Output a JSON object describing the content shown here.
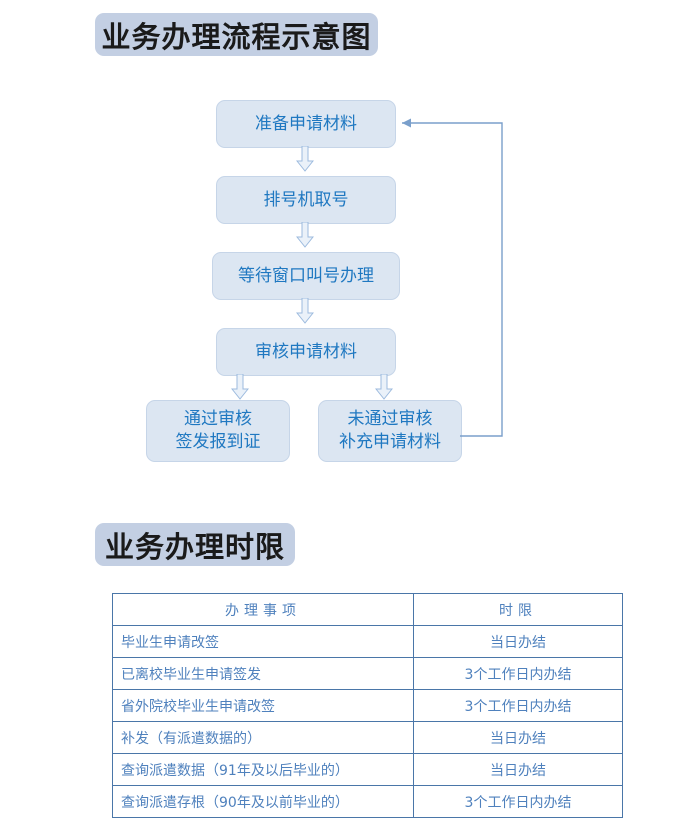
{
  "section1": {
    "heading": "业务办理流程示意图",
    "heading_badge_color": "#c3cfe3",
    "box_fill_color": "#dce6f2",
    "box_text_color": "#1f78c1",
    "nodes": [
      {
        "id": "prepare",
        "lines": [
          "准备申请材料"
        ]
      },
      {
        "id": "ticket",
        "lines": [
          "排号机取号"
        ]
      },
      {
        "id": "wait",
        "lines": [
          "等待窗口叫号办理"
        ]
      },
      {
        "id": "review",
        "lines": [
          "审核申请材料"
        ]
      },
      {
        "id": "pass",
        "lines": [
          "通过审核",
          "签发报到证"
        ]
      },
      {
        "id": "fail",
        "lines": [
          "未通过审核",
          "补充申请材料"
        ]
      }
    ],
    "connectors": [
      {
        "from": "prepare",
        "to": "ticket",
        "style": "block-arrow-down"
      },
      {
        "from": "ticket",
        "to": "wait",
        "style": "block-arrow-down"
      },
      {
        "from": "wait",
        "to": "review",
        "style": "block-arrow-down"
      },
      {
        "from": "review",
        "to": "pass",
        "style": "block-arrow-down"
      },
      {
        "from": "review",
        "to": "fail",
        "style": "block-arrow-down"
      },
      {
        "from": "fail",
        "to": "prepare",
        "style": "line-arrow-loop"
      }
    ]
  },
  "section2": {
    "heading": "业务办理时限",
    "table": {
      "headers": [
        "办理事项",
        "时限"
      ],
      "rows": [
        {
          "item": "毕业生申请改签",
          "limit": "当日办结"
        },
        {
          "item": "已离校毕业生申请签发",
          "limit": "3个工作日内办结"
        },
        {
          "item": "省外院校毕业生申请改签",
          "limit": "3个工作日内办结"
        },
        {
          "item": "补发（有派遣数据的）",
          "limit": "当日办结"
        },
        {
          "item": "查询派遣数据（91年及以后毕业的）",
          "limit": "当日办结"
        },
        {
          "item": "查询派遣存根（90年及以前毕业的）",
          "limit": "3个工作日内办结"
        }
      ],
      "border_color": "#4a76a8",
      "text_color": "#4f81bd"
    }
  }
}
